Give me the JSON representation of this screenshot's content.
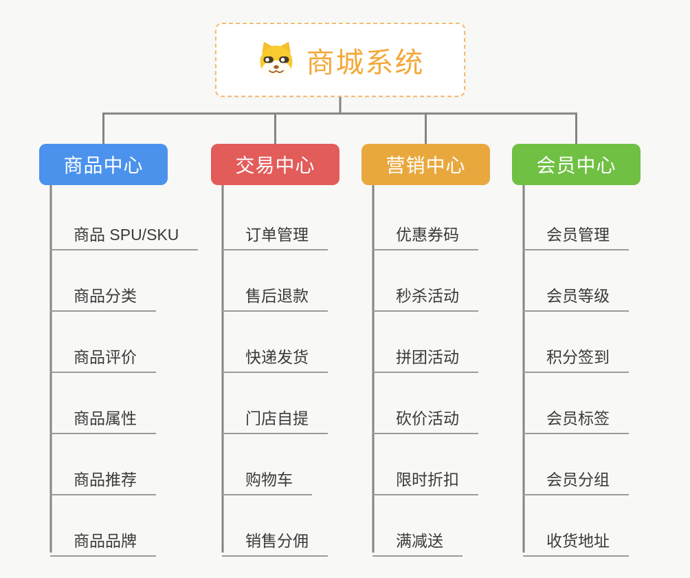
{
  "root": {
    "title": "商城系统",
    "icon": "doge-icon",
    "accent_color": "#F2A93B",
    "border_color": "#F1BE6F"
  },
  "colors": {
    "connector_line": "#848484",
    "underline": "#9A9A9A",
    "item_text": "#3A3A3A"
  },
  "branches": [
    {
      "label": "商品中心",
      "color": "#4B92EC",
      "items": [
        "商品 SPU/SKU",
        "商品分类",
        "商品评价",
        "商品属性",
        "商品推荐",
        "商品品牌"
      ]
    },
    {
      "label": "交易中心",
      "color": "#E25C5A",
      "items": [
        "订单管理",
        "售后退款",
        "快递发货",
        "门店自提",
        "购物车",
        "销售分佣"
      ]
    },
    {
      "label": "营销中心",
      "color": "#E9A83E",
      "items": [
        "优惠券码",
        "秒杀活动",
        "拼团活动",
        "砍价活动",
        "限时折扣",
        "满减送"
      ]
    },
    {
      "label": "会员中心",
      "color": "#6FC043",
      "items": [
        "会员管理",
        "会员等级",
        "积分签到",
        "会员标签",
        "会员分组",
        "收货地址"
      ]
    }
  ]
}
